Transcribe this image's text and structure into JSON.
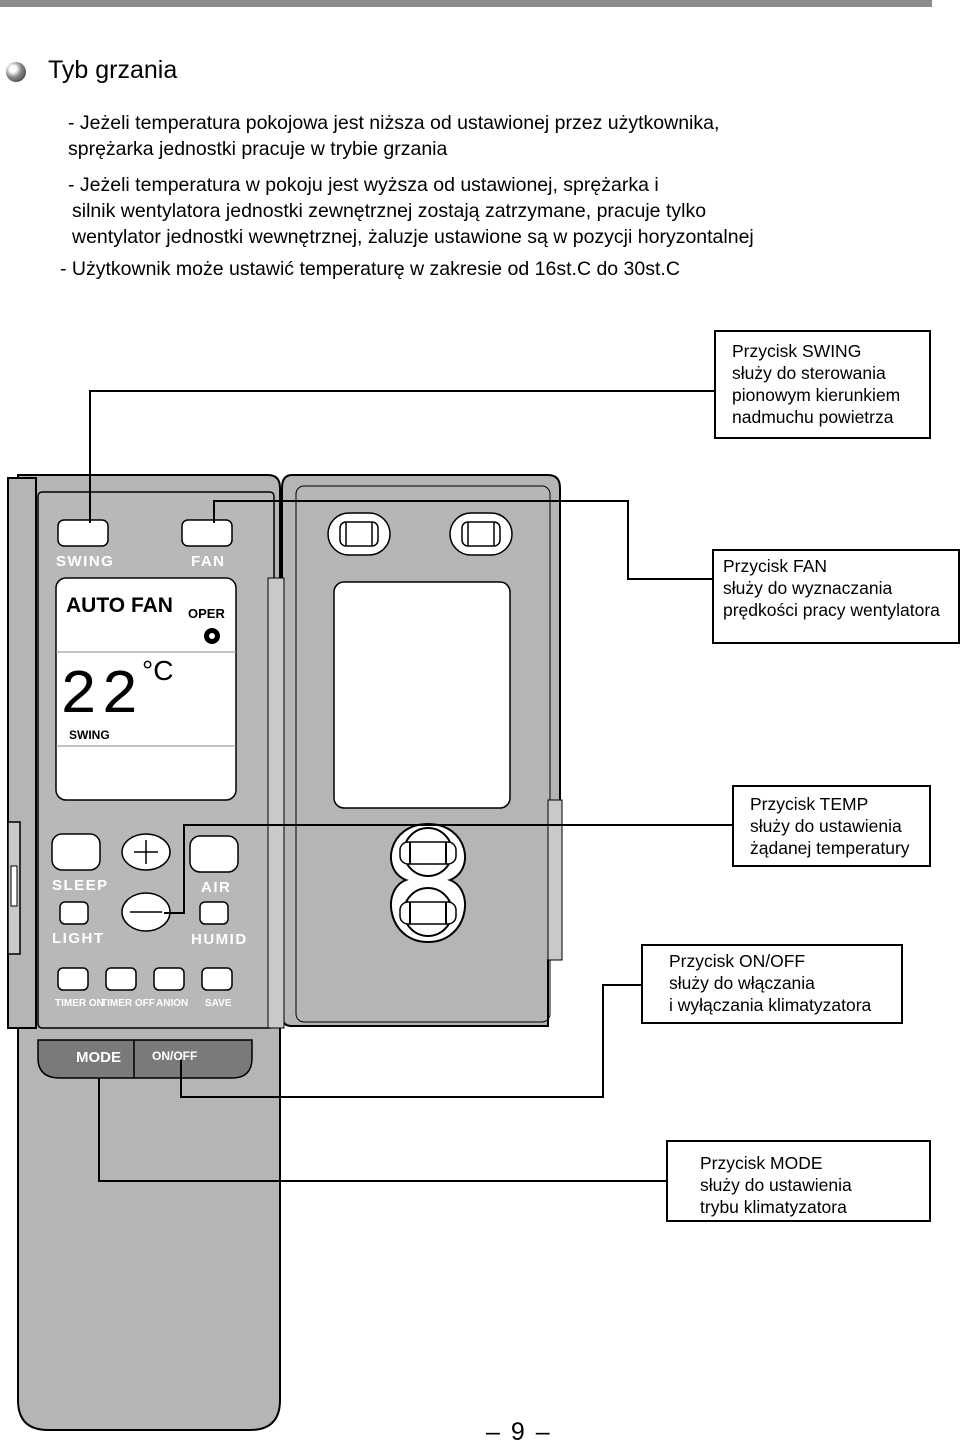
{
  "heading": {
    "title": "Tyb grzania"
  },
  "paragraphs": {
    "p1_line1": "- Jeżeli temperatura pokojowa jest niższa od ustawionej przez użytkownika,",
    "p1_line2": "sprężarka jednostki pracuje w trybie grzania",
    "p2_line1": "- Jeżeli temperatura w pokoju jest wyższa od ustawionej, sprężarka i",
    "p2_line2": "silnik wentylatora jednostki zewnętrznej zostają zatrzymane, pracuje tylko",
    "p2_line3": "wentylator jednostki wewnętrznej, żaluzje ustawione są w pozycji horyzontalnej",
    "p3_line1": "- Użytkownik może ustawić temperaturę w zakresie od 16st.C do 30st.C"
  },
  "remote": {
    "buttons": {
      "swing": "SWING",
      "fan": "FAN",
      "sleep": "SLEEP",
      "air": "AIR",
      "light": "LIGHT",
      "humid": "HUMID",
      "timer_on": "TIMER ON",
      "timer_off": "TIMER OFF",
      "anion": "ANION",
      "save": "SAVE",
      "mode": "MODE",
      "onoff": "ON/OFF"
    },
    "display": {
      "mode_text": "AUTO FAN",
      "oper": "OPER",
      "temperature": "22",
      "unit": "°C",
      "swing": "SWING"
    }
  },
  "callouts": {
    "swing": {
      "line1": "Przycisk SWING",
      "line2": "służy do sterowania",
      "line3": "pionowym kierunkiem",
      "line4": "nadmuchu powietrza"
    },
    "fan": {
      "line1": "Przycisk FAN",
      "line2": "służy do wyznaczania",
      "line3": "prędkości pracy wentylatora"
    },
    "temp": {
      "line1": "Przycisk TEMP",
      "line2": "służy do ustawienia",
      "line3": "żądanej temperatury"
    },
    "onoff": {
      "line1": "Przycisk ON/OFF",
      "line2": "służy do włączania",
      "line3": "i wyłączania klimatyzatora"
    },
    "mode": {
      "line1": "Przycisk MODE",
      "line2": "służy do ustawienia",
      "line3": "trybu klimatyzatora"
    }
  },
  "footer": {
    "page_number": "9",
    "dash": "–"
  }
}
